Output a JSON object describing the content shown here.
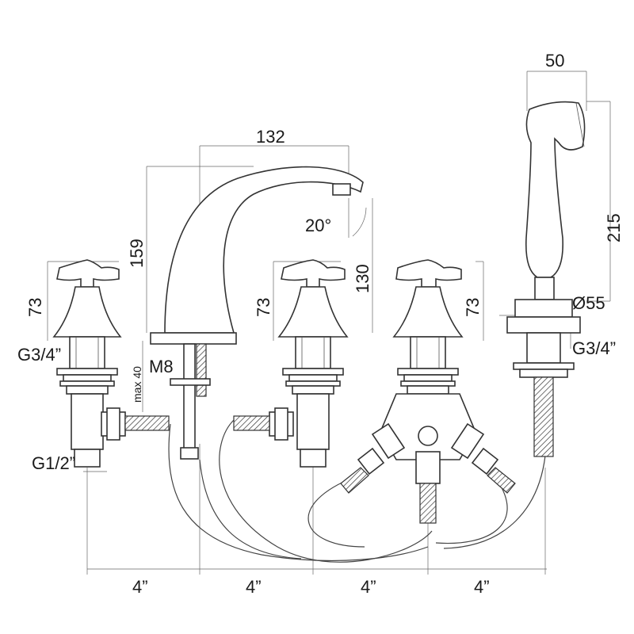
{
  "labels": {
    "width_handshower": "50",
    "spout_reach": "132",
    "height_handshower": "215",
    "spout_angle": "20°",
    "spout_height": "159",
    "handle_height_left": "73",
    "handle_height_mid": "73",
    "handle_height_right": "73",
    "spout_clearance": "130",
    "thread_left_top": "G3/4”",
    "thread_left_bottom": "G1/2”",
    "thread_spout": "M8",
    "max_deck": "max 40",
    "diameter_shower_base": "Ø55",
    "thread_shower": "G3/4”",
    "spacing_1": "4”",
    "spacing_2": "4”",
    "spacing_3": "4”",
    "spacing_4": "4”"
  }
}
